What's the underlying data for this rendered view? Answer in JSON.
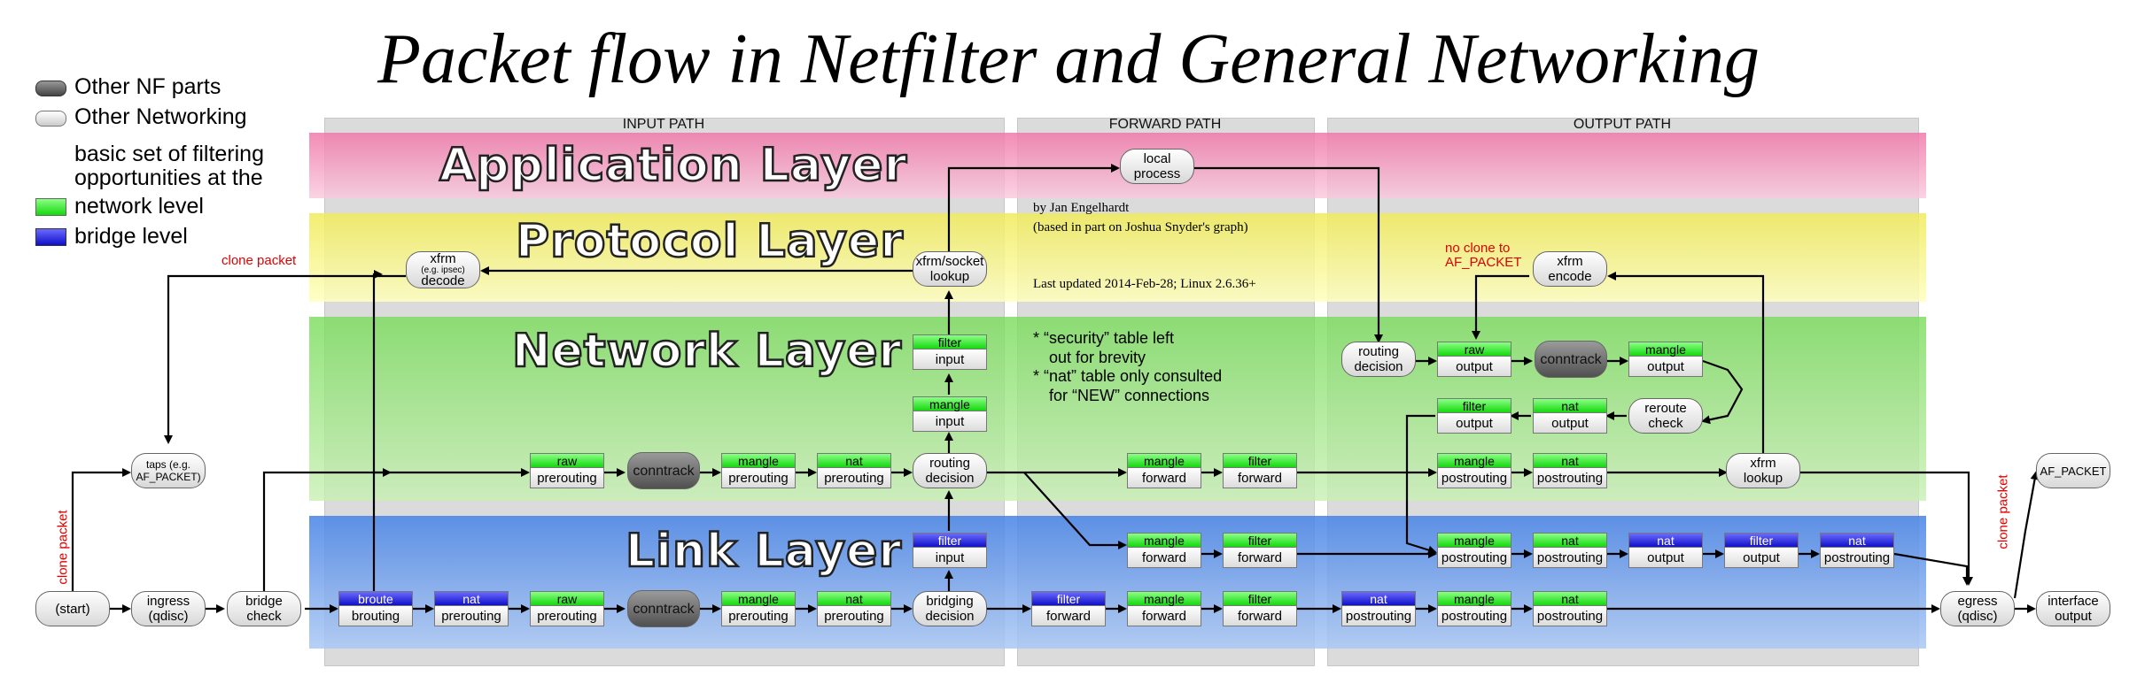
{
  "title": "Packet flow in Netfilter and General Networking",
  "legend": {
    "other_nf": "Other NF parts",
    "other_net": "Other Networking",
    "basic_line1": "basic set of filtering",
    "basic_line2": "opportunities at the",
    "network_level": "network level",
    "bridge_level": "bridge level",
    "colors": {
      "green": "#22dd22",
      "blue": "#1a1acc",
      "dark": "#666666",
      "light": "#e0e0e0"
    }
  },
  "paths": {
    "input": "INPUT PATH",
    "forward": "FORWARD PATH",
    "output": "OUTPUT PATH"
  },
  "layers": {
    "application": "Application Layer",
    "protocol": "Protocol Layer",
    "network": "Network Layer",
    "link": "Link Layer"
  },
  "credits": {
    "line1": "by Jan Engelhardt",
    "line2": "(based in part on Joshua Snyder's graph)",
    "line3": "Last updated 2014-Feb-28; Linux 2.6.36+"
  },
  "notes": {
    "line1": "* “security” table left",
    "line2": "out for brevity",
    "line3": "* “nat” table only consulted",
    "line4": "for “NEW” connections"
  },
  "red_labels": {
    "clone_top": "clone packet",
    "clone_left": "clone packet",
    "clone_right": "clone packet",
    "no_clone_1": "no clone to",
    "no_clone_2": "AF_PACKET"
  },
  "pills": {
    "start": "(start)",
    "ingress_1": "ingress",
    "ingress_2": "(qdisc)",
    "bridge_1": "bridge",
    "bridge_2": "check",
    "taps_1": "taps (e.g.",
    "taps_2": "AF_PACKET)",
    "xfrm_dec_1": "xfrm",
    "xfrm_dec_2": "(e.g. ipsec)",
    "xfrm_dec_3": "decode",
    "local_1": "local",
    "local_2": "process",
    "xsock_1": "xfrm/socket",
    "xsock_2": "lookup",
    "routing_1": "routing",
    "routing_2": "decision",
    "bridging_1": "bridging",
    "bridging_2": "decision",
    "out_routing_1": "routing",
    "out_routing_2": "decision",
    "xfrm_enc_1": "xfrm",
    "xfrm_enc_2": "encode",
    "reroute_1": "reroute",
    "reroute_2": "check",
    "xfrm_lookup_1": "xfrm",
    "xfrm_lookup_2": "lookup",
    "egress_1": "egress",
    "egress_2": "(qdisc)",
    "iface_1": "interface",
    "iface_2": "output",
    "af_packet": "AF_PACKET",
    "conntrack": "conntrack"
  },
  "tables": {
    "raw": "raw",
    "mangle": "mangle",
    "nat": "nat",
    "filter": "filter",
    "broute": "broute"
  },
  "chains": {
    "prerouting": "prerouting",
    "input": "input",
    "forward": "forward",
    "output": "output",
    "postrouting": "postrouting",
    "brouting": "brouting"
  }
}
